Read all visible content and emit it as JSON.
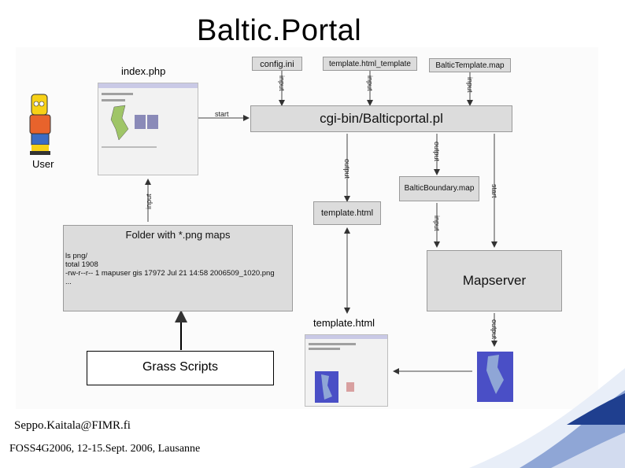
{
  "title": "Baltic.Portal",
  "config_files": [
    "config.ini",
    "template.html_template",
    "BalticTemplate.map"
  ],
  "index_label": "index.php",
  "user_label": "User",
  "cgi_label": "cgi-bin/Balticportal.pl",
  "folder": {
    "title": "Folder with *.png maps",
    "lines": [
      "ls png/",
      "total 1908",
      "-rw-r--r-- 1   mapuser gis 17972 Jul 21 14:58 2006509_1020.png",
      "..."
    ]
  },
  "template_box_label": "template.html",
  "boundary_label": "BalticBoundary.map",
  "mapserver_label": "Mapserver",
  "template_output_label": "template.html",
  "grass_label": "Grass Scripts",
  "edge_labels": {
    "input": "input",
    "start": "start",
    "output": "output"
  },
  "footer": {
    "email": "Seppo.Kaitala@FIMR.fi",
    "event": "FOSS4G2006, 12-15.Sept. 2006, Lausanne"
  },
  "colors": {
    "box_fill": "#dcdcdc",
    "wave_dark": "#1f3f8f",
    "wave_light": "#8fa6d6",
    "map_blue": "#4a4fc6"
  }
}
